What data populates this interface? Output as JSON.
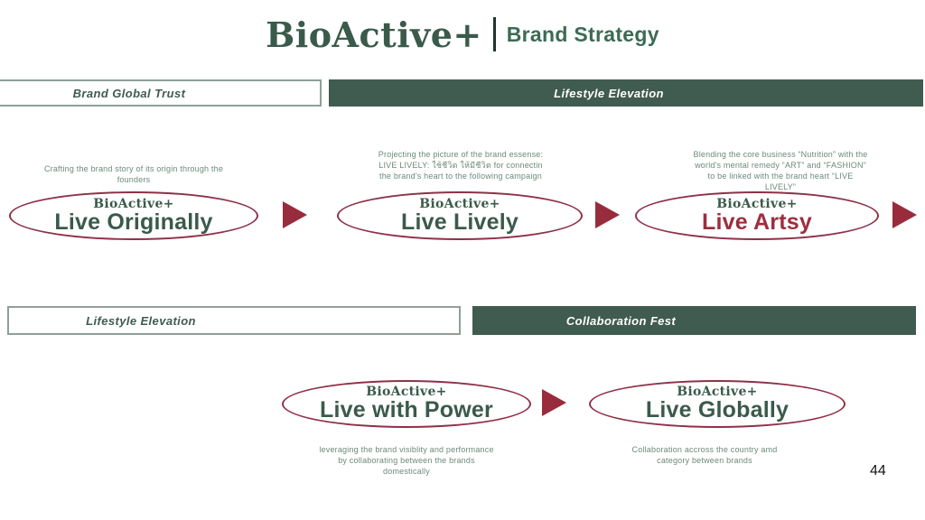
{
  "header": {
    "logo": "BioActive+",
    "title": "Brand Strategy"
  },
  "row1": {
    "phase_outline": "Brand Global Trust",
    "phase_filled": "Lifestyle Elevation",
    "stage1": {
      "brand": "BioActive+",
      "phrase": "Live Originally",
      "caption": "Crafting the brand story of its origin through the founders"
    },
    "stage2": {
      "brand": "BioActive+",
      "phrase": "Live Lively",
      "caption": "Projecting the picture of the brand essense: LIVE LIVELY: ใช้ชีวิต ให้มีชีวิต for connectin the brand's heart to the following campaign"
    },
    "stage3": {
      "brand": "BioActive+",
      "phrase": "Live Artsy",
      "caption": "Blending the core business “Nutrition” with the world's mental remedy “ART” and “FASHION” to be linked with the brand heart “LIVE LIVELY”"
    }
  },
  "row2": {
    "phase_outline": "Lifestyle Elevation",
    "phase_filled": "Collaboration Fest",
    "stage4": {
      "brand": "BioActive+",
      "phrase": "Live with Power",
      "caption": "leveraging the brand visiblity and performance by collaborating  between the brands domestically"
    },
    "stage5": {
      "brand": "BioActive+",
      "phrase": "Live Globally",
      "caption": "Collaboration accross the country amd category between brands"
    }
  },
  "page_number": "44",
  "colors": {
    "brand_green": "#3a5a4b",
    "bar_green": "#405b4f",
    "maroon": "#992c3c",
    "caption_green": "#6c8a7a"
  }
}
